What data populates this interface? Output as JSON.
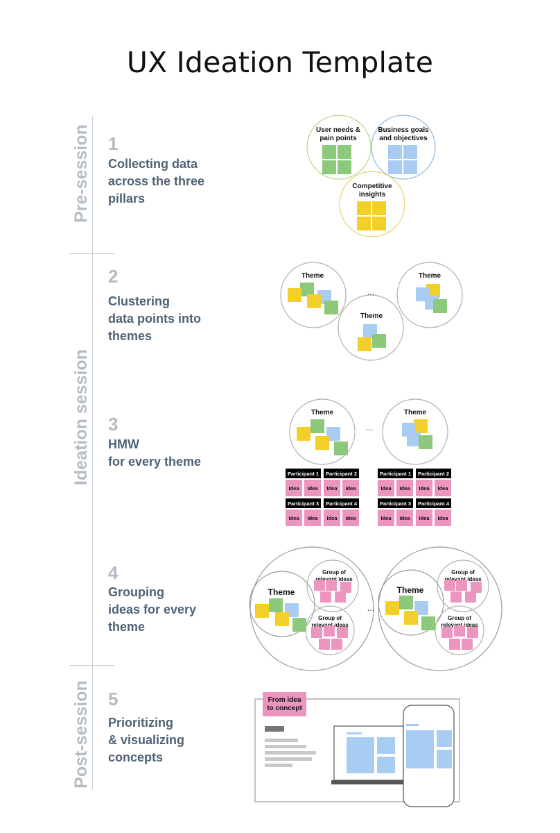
{
  "title": "UX Ideation Template",
  "phases": {
    "pre": "Pre-session",
    "ideation": "Ideation session",
    "post": "Post-session"
  },
  "steps": [
    {
      "num": "1",
      "lines": [
        "Collecting data",
        "across the three",
        "pillars"
      ]
    },
    {
      "num": "2",
      "lines": [
        "Clustering",
        "data points into",
        "themes"
      ]
    },
    {
      "num": "3",
      "lines": [
        "HMW",
        "for every theme"
      ]
    },
    {
      "num": "4",
      "lines": [
        "Grouping",
        "ideas for every",
        "theme"
      ]
    },
    {
      "num": "5",
      "lines": [
        "Prioritizing",
        "& visualizing",
        "concepts"
      ]
    }
  ],
  "pillars": [
    {
      "lines": [
        "User needs &",
        "pain points"
      ],
      "color": "#8cc97a"
    },
    {
      "lines": [
        "Business goals",
        "and objectives"
      ],
      "color": "#a9cdf2"
    },
    {
      "lines": [
        "Competitive",
        "insights"
      ],
      "color": "#f3cf2a"
    }
  ],
  "labels": {
    "theme": "Theme",
    "ellipsis": "...",
    "participants": [
      "Participant 1",
      "Participant 2",
      "Participant 3",
      "Participant 4"
    ],
    "idea": "Idea",
    "group_lines": [
      "Group of",
      "relevant ideas"
    ],
    "concept_lines": [
      "From idea",
      "to concept"
    ]
  },
  "colors": {
    "green": "#8cc97a",
    "blue": "#a9cdf2",
    "yellow": "#f3cf2a",
    "pink": "#ec95bf",
    "text": "#4e6275",
    "muted": "#b5bcc4"
  }
}
